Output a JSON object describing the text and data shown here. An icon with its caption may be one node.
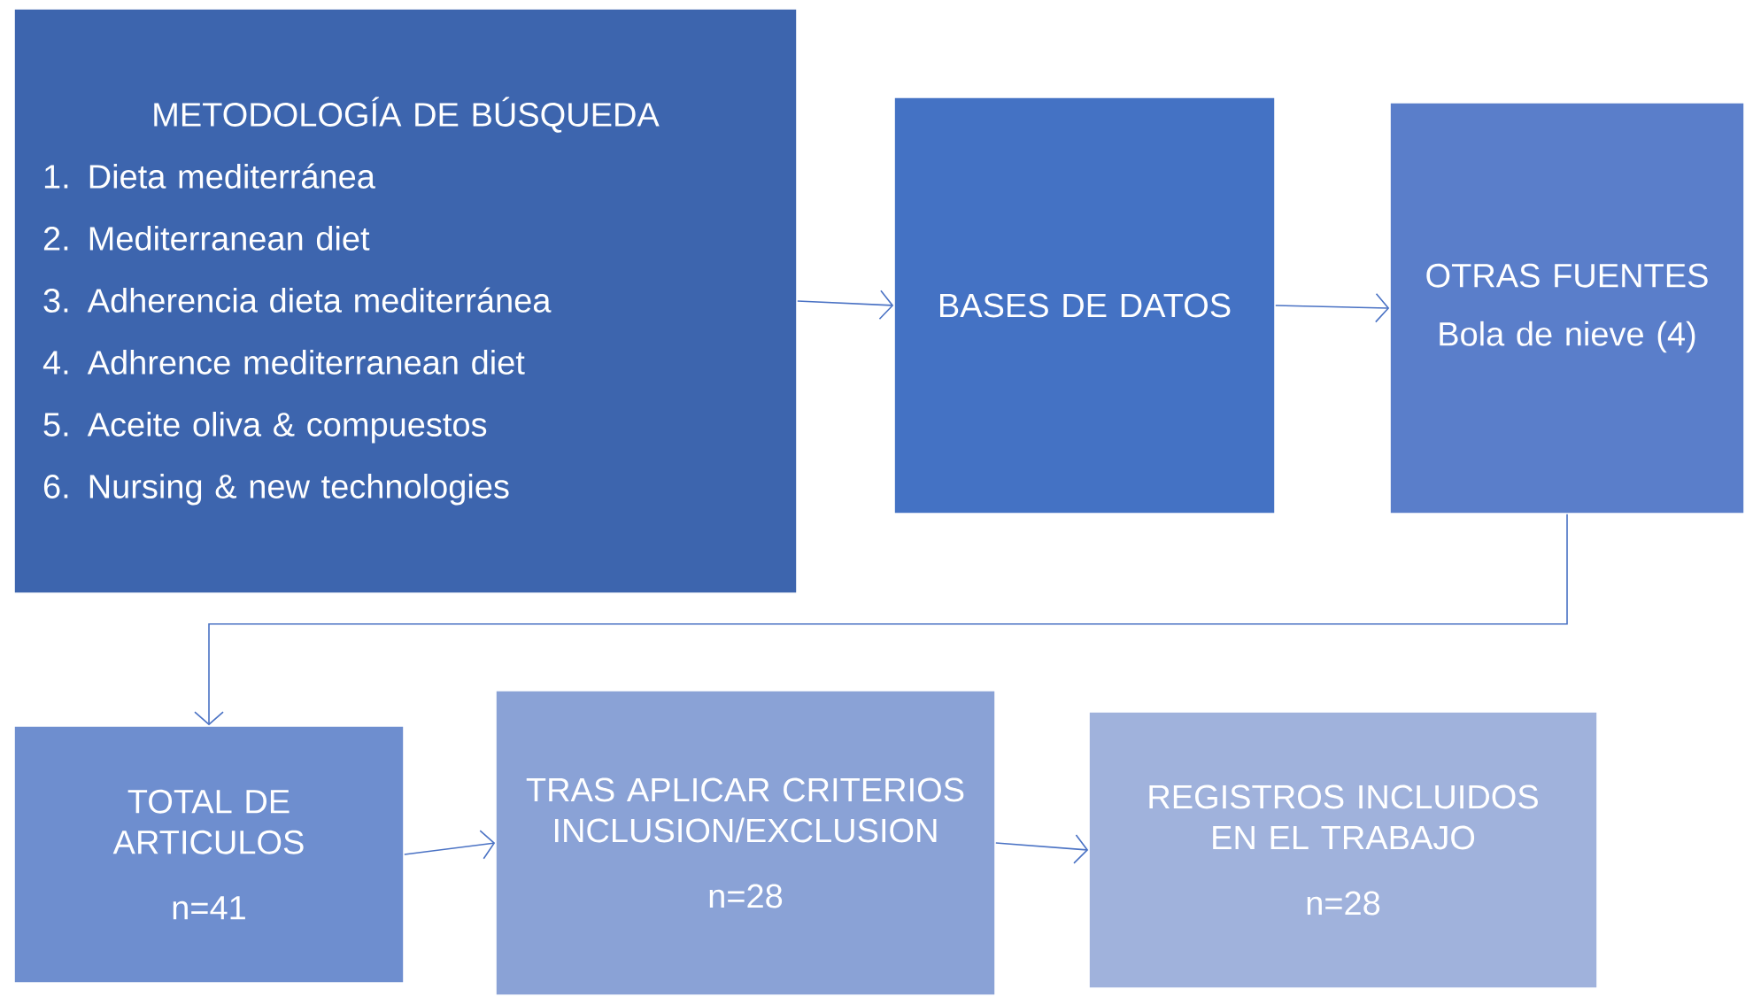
{
  "diagram": {
    "nodes": [
      {
        "text": [
          "METODOLOGÍA DE BÚSQUEDA",
          "1. Dieta mediterránea",
          "2. Mediterranean diet",
          "3. Adherencia dieta mediterránea",
          "4. Adhrence mediterranean diet",
          "5. Aceite oliva & compuestos",
          "6. Nursing & new technologies"
        ]
      },
      {
        "text": [
          "BASES DE DATOS"
        ]
      },
      {
        "text": [
          "OTRAS FUENTES",
          "Bola de nieve (4)"
        ]
      },
      {
        "text": [
          "TOTAL DE ARTICULOS",
          "n=41"
        ]
      },
      {
        "text": [
          "TRAS APLICAR CRITERIOS INCLUSION/EXCLUSION",
          "n=28"
        ]
      },
      {
        "text": [
          "REGISTROS INCLUIDOS EN EL TRABAJO",
          "n=28"
        ]
      }
    ],
    "edges": [
      {
        "from": 0,
        "to": 1,
        "arrow": "to"
      },
      {
        "from": 1,
        "to": 2,
        "arrow": "to"
      },
      {
        "from": 2,
        "to": 3,
        "arrow": "to"
      },
      {
        "from": 3,
        "to": 4,
        "arrow": "to"
      },
      {
        "from": 4,
        "to": 5,
        "arrow": "to"
      }
    ]
  }
}
